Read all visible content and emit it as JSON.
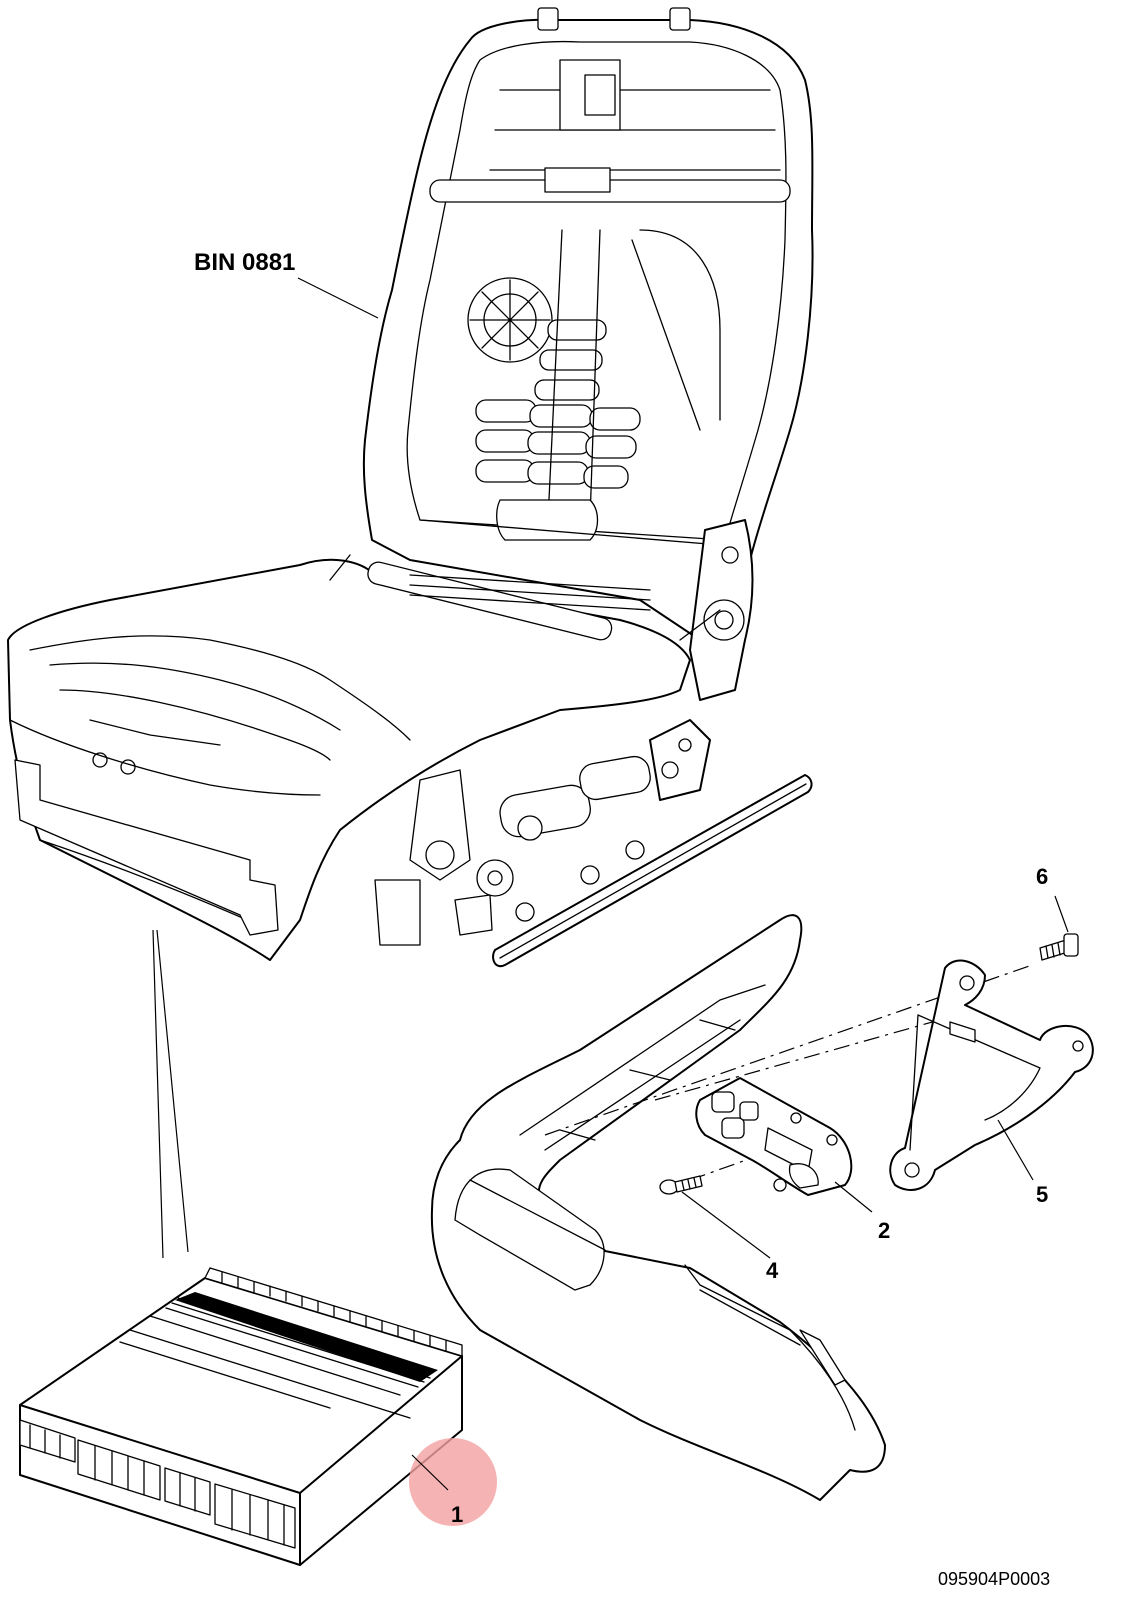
{
  "labels": {
    "bin": "BIN 0881",
    "part1": "1",
    "part2": "2",
    "part4": "4",
    "part5": "5",
    "part6": "6",
    "drawing_number": "095904P0003"
  },
  "highlight": {
    "color": "#f4a0a0",
    "target": "part1"
  },
  "colors": {
    "line": "#000000",
    "background": "#ffffff"
  }
}
